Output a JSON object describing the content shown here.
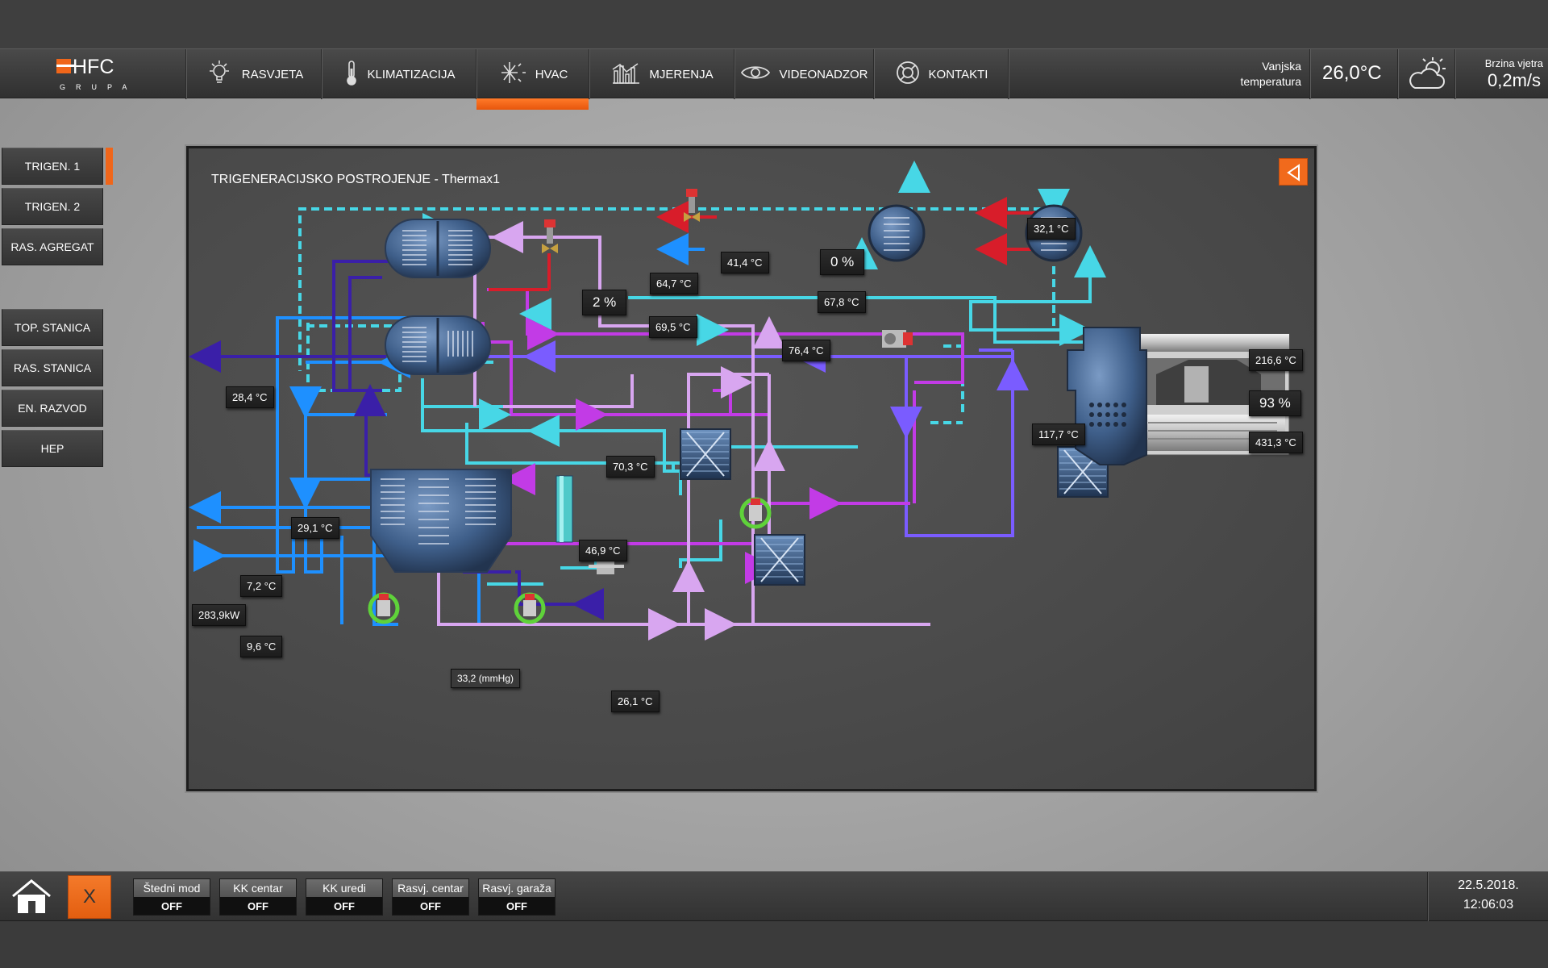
{
  "brand": {
    "logo_text": "HFC",
    "logo_sub": "GRUPA"
  },
  "nav": {
    "items": [
      {
        "label": "RASVJETA",
        "icon": "bulb-icon"
      },
      {
        "label": "KLIMATIZACIJA",
        "icon": "thermometer-icon"
      },
      {
        "label": "HVAC",
        "icon": "snowflake-sun-icon",
        "active": true
      },
      {
        "label": "MJERENJA",
        "icon": "bar-chart-icon"
      },
      {
        "label": "VIDEONADZOR",
        "icon": "eye-icon"
      },
      {
        "label": "KONTAKTI",
        "icon": "lifebuoy-icon"
      }
    ],
    "active_color": "#f0661a"
  },
  "weather": {
    "outside_label_line1": "Vanjska",
    "outside_label_line2": "temperatura",
    "outside_temp": "26,0°C",
    "icon": "cloud-sun-icon",
    "wind_label": "Brzina vjetra",
    "wind_value": "0,2m/s"
  },
  "sidebar": {
    "items": [
      {
        "label": "TRIGEN. 1",
        "active": true
      },
      {
        "label": "TRIGEN. 2"
      },
      {
        "label": "RAS. AGREGAT"
      },
      {
        "label": "TOP. STANICA"
      },
      {
        "label": "RAS. STANICA"
      },
      {
        "label": "EN. RAZVOD"
      },
      {
        "label": "HEP"
      }
    ]
  },
  "panel": {
    "title": "TRIGENERACIJSKO POSTROJENJE - Thermax1",
    "back_icon": "triangle-left-icon"
  },
  "readings": {
    "t_32_1": "32,1 °C",
    "t_41_4": "41,4 °C",
    "valve_0": "0 %",
    "t_67_8": "67,8 °C",
    "t_64_7": "64,7 °C",
    "valve_2": "2 %",
    "t_69_5": "69,5 °C",
    "t_76_4": "76,4 °C",
    "t_216_6": "216,6 °C",
    "pct_93": "93 %",
    "t_431_3": "431,3 °C",
    "t_117_7": "117,7 °C",
    "t_28_4": "28,4 °C",
    "t_70_3": "70,3 °C",
    "t_29_1": "29,1 °C",
    "t_46_9": "46,9 °C",
    "t_7_2": "7,2 °C",
    "power": "283,9kW",
    "t_9_6": "9,6 °C",
    "pressure": "33,2 (mmHg)",
    "t_26_1": "26,1 °C"
  },
  "pipe_colors": {
    "cyan": "#47d7e6",
    "blue": "#1e90ff",
    "navy": "#3a1fa8",
    "violet": "#7a5cff",
    "magenta": "#c23be6",
    "pink": "#d8a6f0",
    "red": "#d81d2a"
  },
  "bottom": {
    "home_icon": "home-icon",
    "close_label": "X",
    "toggles": [
      {
        "label": "Štedni mod",
        "state": "OFF"
      },
      {
        "label": "KK centar",
        "state": "OFF"
      },
      {
        "label": "KK uredi",
        "state": "OFF"
      },
      {
        "label": "Rasvj. centar",
        "state": "OFF"
      },
      {
        "label": "Rasvj. garaža",
        "state": "OFF"
      }
    ],
    "date": "22.5.2018.",
    "time": "12:06:03"
  }
}
